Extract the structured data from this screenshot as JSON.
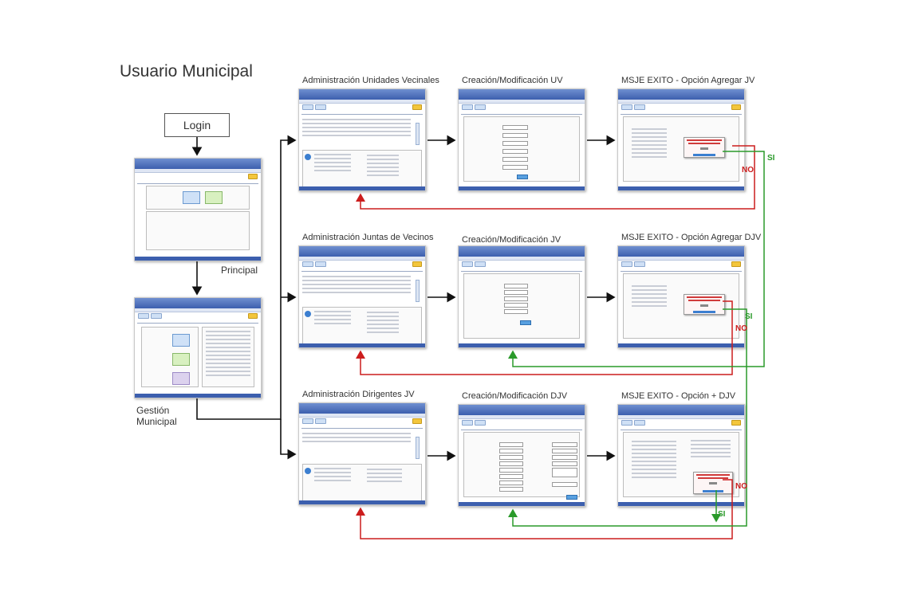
{
  "title": "Usuario Municipal",
  "login": "Login",
  "labels": {
    "principal": "Principal",
    "gestion": "Gestión\nMunicipal",
    "adm_uv": "Administración Unidades Vecinales",
    "crea_uv": "Creación/Modificación UV",
    "exito_jv": "MSJE EXITO - Opción Agregar JV",
    "adm_jv": "Administración Juntas de Vecinos",
    "crea_jv": "Creación/Modificación JV",
    "exito_djv": "MSJE EXITO - Opción Agregar DJV",
    "adm_dir": "Administración Dirigentes JV",
    "crea_djv": "Creación/Modificación DJV",
    "exito_plus": "MSJE EXITO - Opción + DJV"
  },
  "branches": {
    "si": "SI",
    "no": "NO"
  },
  "colors": {
    "header": "#3c5fae",
    "back_arrow": "#cc1d1d",
    "yes_arrow": "#2a9a2a",
    "flow_arrow": "#111111"
  }
}
